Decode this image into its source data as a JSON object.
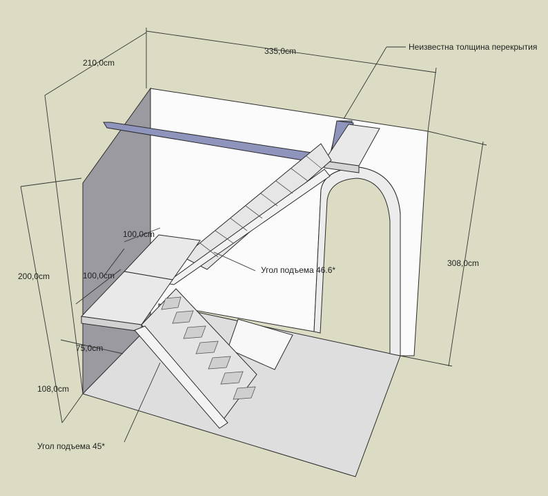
{
  "labels": {
    "width_top": "335,0cm",
    "depth_top": "210,0cm",
    "height_right": "308,0cm",
    "height_upper_left": "200,0cm",
    "height_lower_left": "108,0cm",
    "landing_upper": "100,0cm",
    "landing_lower": "100,0cm",
    "stair_width": "75,0cm",
    "slab_note": "Неизвестна толщина перекрытия",
    "upper_angle": "Угол подъема 46.6*",
    "lower_angle": "Угол подъема 45*"
  },
  "colors": {
    "background": "#dcdcc4",
    "left_wall": "#9a9aa0",
    "back_wall": "#fbfbfb",
    "floor": "#dedede",
    "slab_strip": "#8f94bc",
    "stair": "#e9e9e9"
  }
}
